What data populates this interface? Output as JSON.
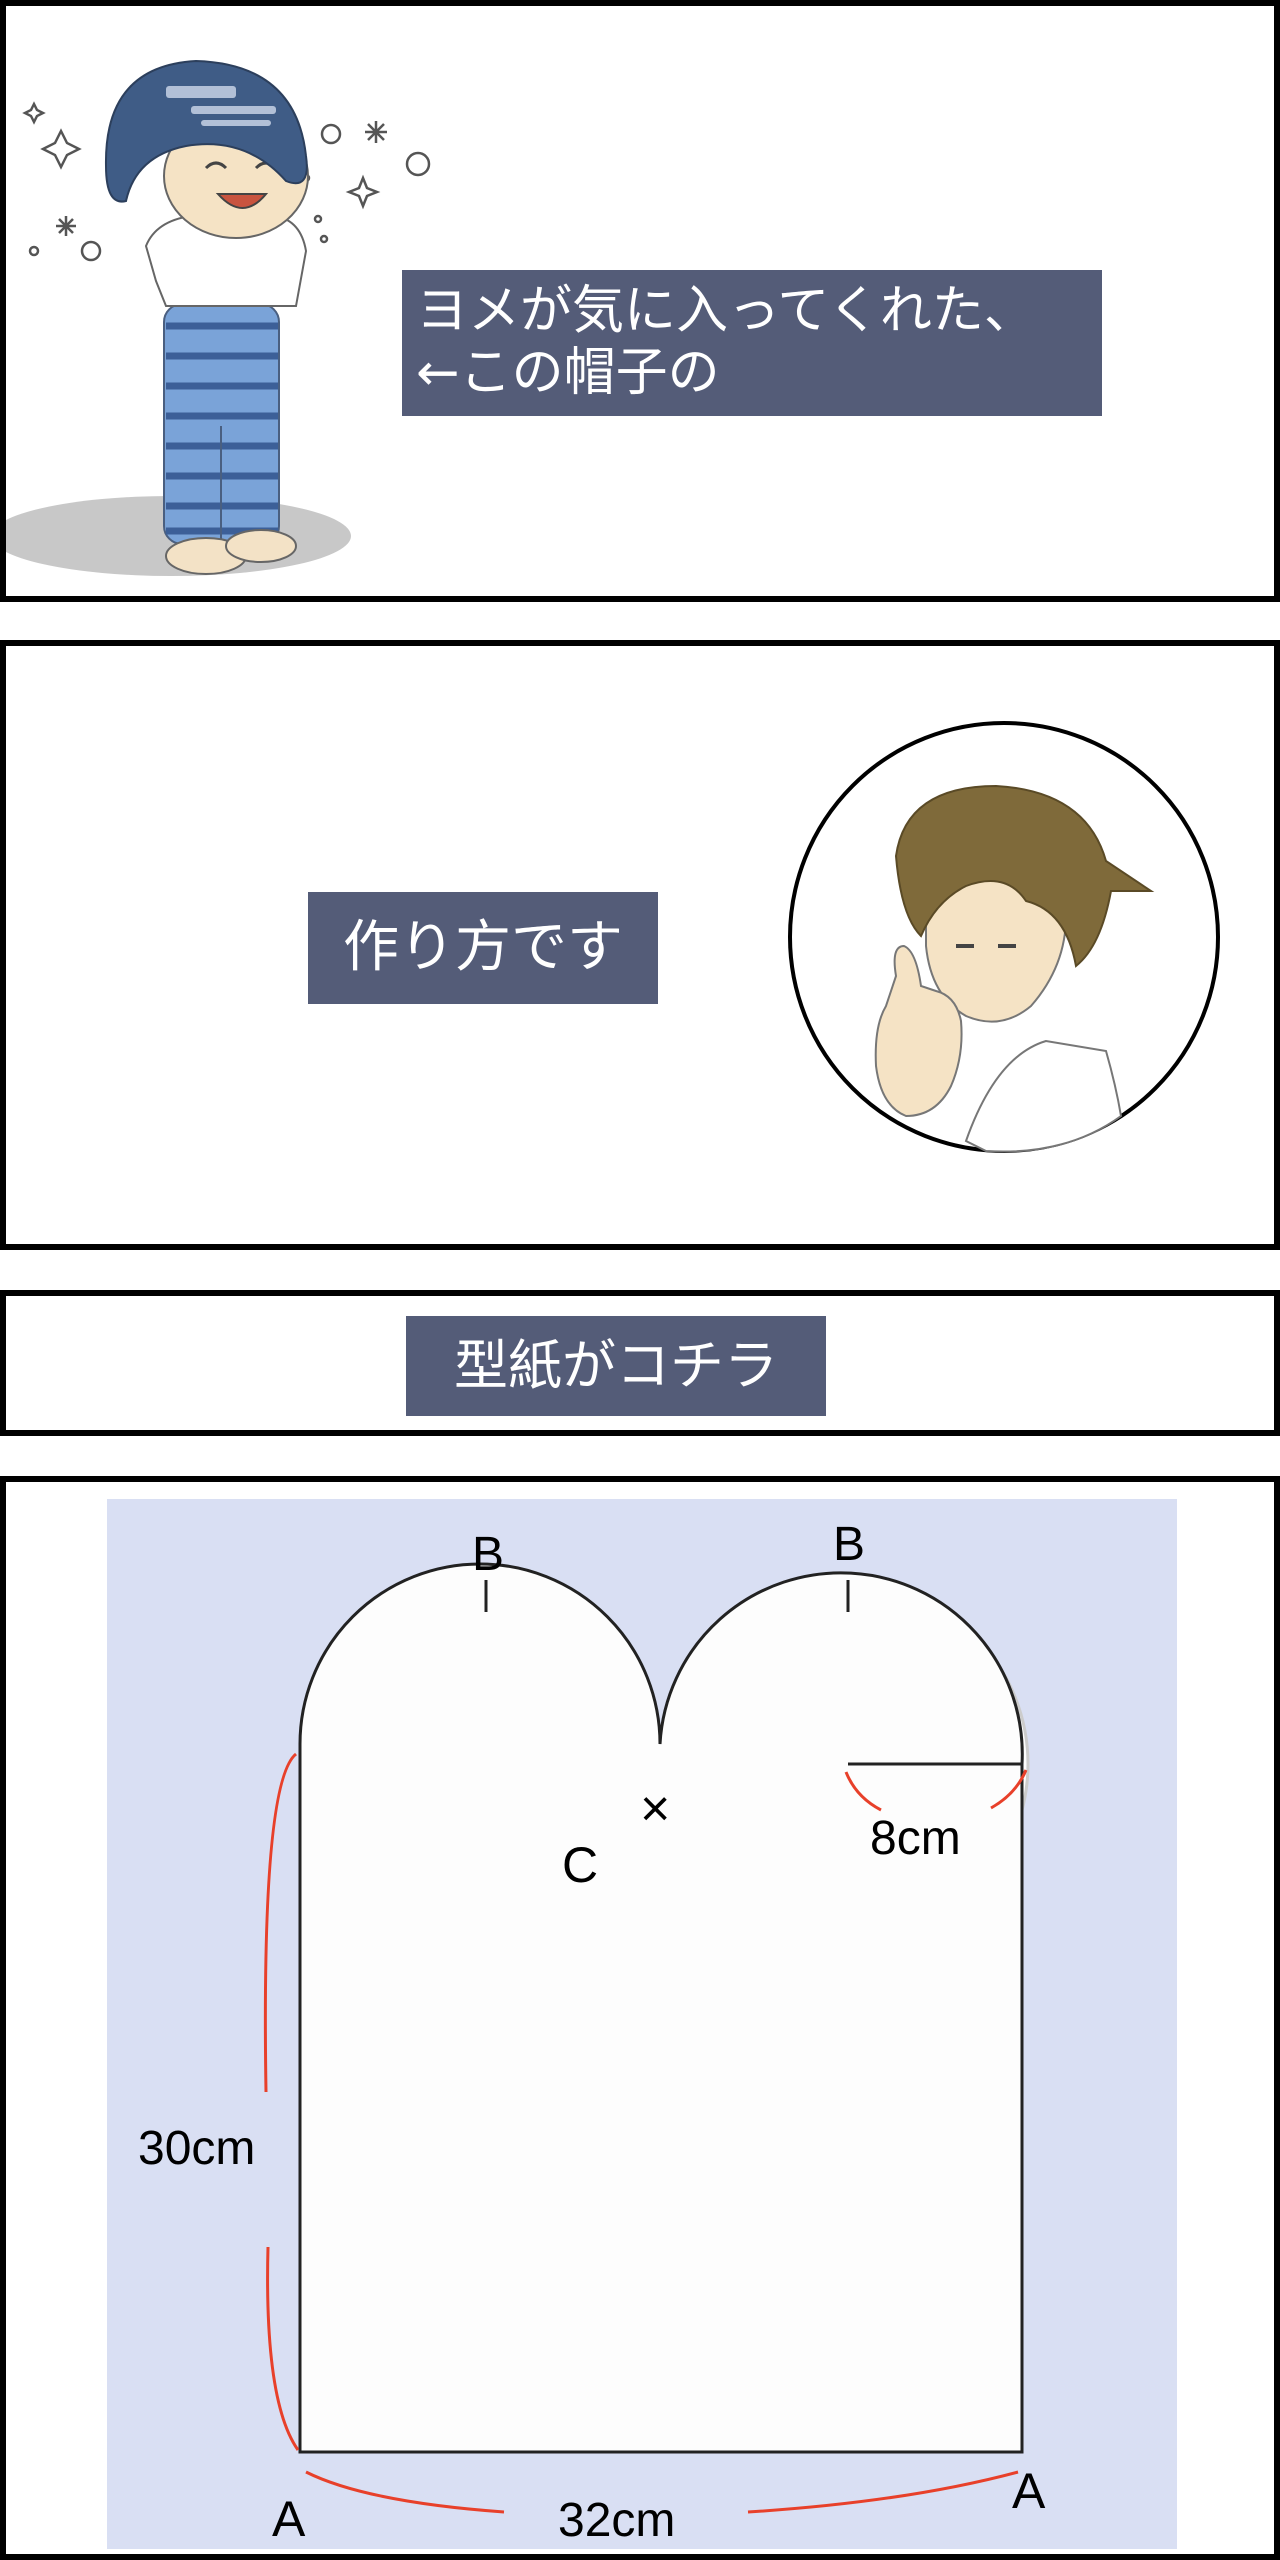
{
  "panel1": {
    "caption_line1": "ヨメが気に入ってくれた、",
    "caption_line2": "←この帽子の"
  },
  "panel2": {
    "caption": "作り方です"
  },
  "panel3": {
    "caption": "型紙がコチラ"
  },
  "panel4": {
    "pattern": {
      "label_b_left": "B",
      "label_b_right": "B",
      "label_c": "C",
      "mark_x": "×",
      "radius": "8cm",
      "height": "30cm",
      "width": "32cm",
      "label_a_left": "A",
      "label_a_right": "A"
    }
  },
  "colors": {
    "caption_bg": "#545c78",
    "pattern_bg": "#d9dff3",
    "measure_red": "#e8402a"
  }
}
